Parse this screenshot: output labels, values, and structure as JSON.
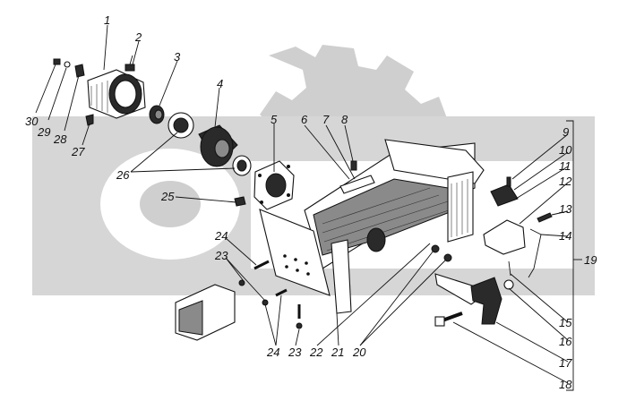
{
  "diagram": {
    "colors": {
      "ink": "#111111",
      "watermark": "#c8c8c8",
      "paper": "#ffffff"
    },
    "labels": {
      "l1": "1",
      "l2": "2",
      "l3": "3",
      "l4": "4",
      "l5": "5",
      "l6": "6",
      "l7": "7",
      "l8": "8",
      "l9": "9",
      "l10": "10",
      "l11": "11",
      "l12": "12",
      "l13": "13",
      "l14": "14",
      "l15": "15",
      "l16": "16",
      "l17": "17",
      "l18": "18",
      "l19": "19",
      "l20": "20",
      "l21": "21",
      "l22": "22",
      "l23a": "23",
      "l23b": "23",
      "l24a": "24",
      "l24b": "24",
      "l25": "25",
      "l26": "26",
      "l27": "27",
      "l28": "28",
      "l29": "29",
      "l30": "30"
    }
  }
}
